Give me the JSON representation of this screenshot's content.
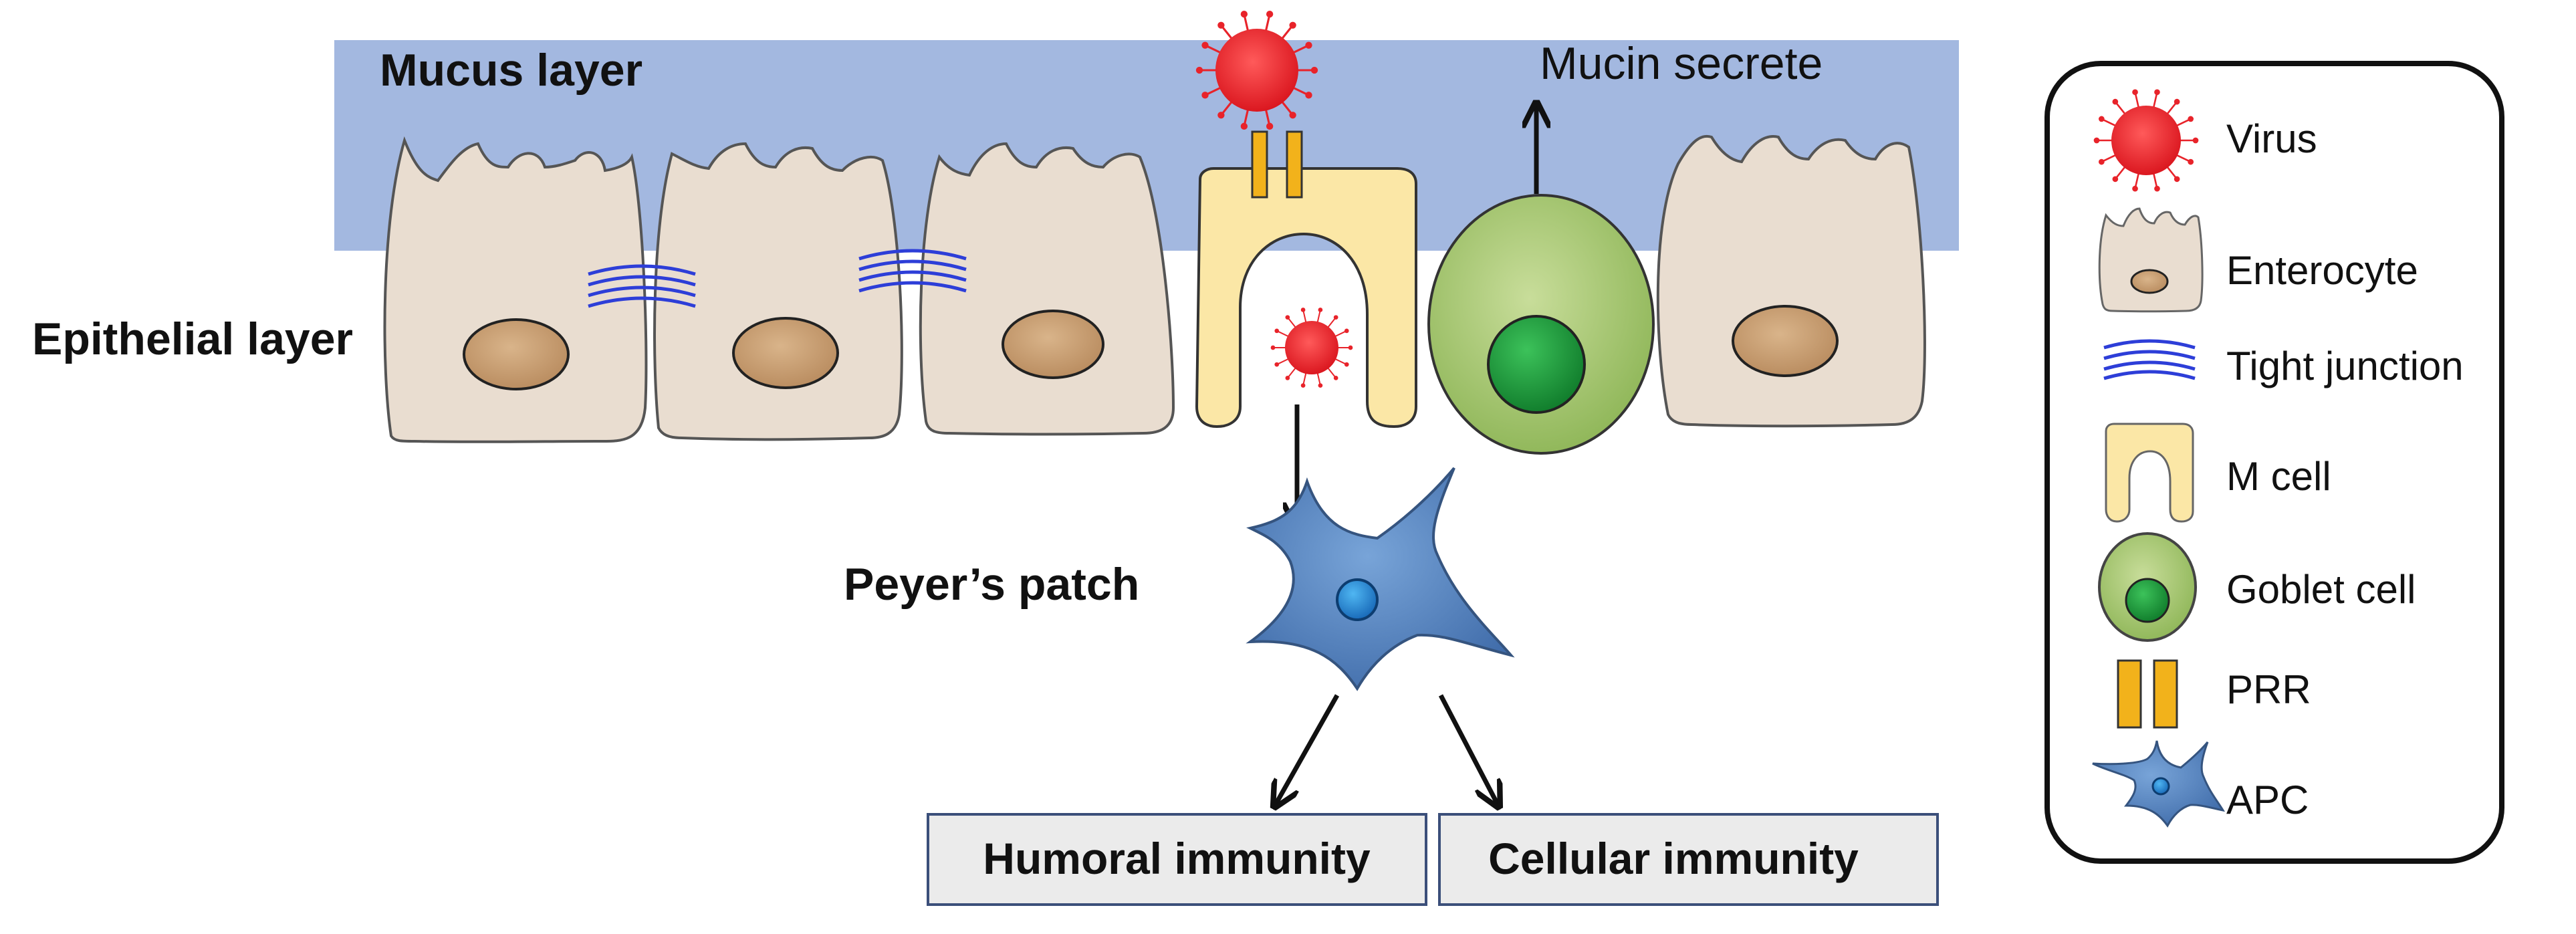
{
  "labels": {
    "mucus_layer": "Mucus layer",
    "epithelial_layer": "Epithelial layer",
    "mucin_secrete": "Mucin secrete",
    "peyers_patch": "Peyer’s patch",
    "humoral_immunity": "Humoral immunity",
    "cellular_immunity": "Cellular immunity"
  },
  "legend": {
    "items": [
      {
        "icon": "virus-icon",
        "label": "Virus"
      },
      {
        "icon": "enterocyte-icon",
        "label": "Enterocyte"
      },
      {
        "icon": "tight-junction-icon",
        "label": "Tight junction"
      },
      {
        "icon": "m-cell-icon",
        "label": "M cell"
      },
      {
        "icon": "goblet-cell-icon",
        "label": "Goblet cell"
      },
      {
        "icon": "prr-icon",
        "label": "PRR"
      },
      {
        "icon": "apc-icon",
        "label": "APC"
      }
    ]
  },
  "colors": {
    "mucus": "#a3b8e0",
    "enterocyte_fill": "#e9ddd0",
    "nucleus": "#c49a6c",
    "m_cell": "#fbe7a6",
    "goblet_outer": "#9fc26a",
    "goblet_inner": "#1e9a3c",
    "virus": "#e8232a",
    "prr": "#f2b21b",
    "tight_junction": "#2d3ed8",
    "apc": "#4d7bbd",
    "box_fill": "#ebebeb",
    "box_border": "#3b4f7a"
  }
}
